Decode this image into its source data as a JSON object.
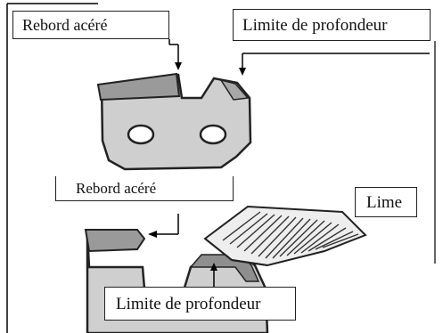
{
  "labels": {
    "top_left": "Rebord acéré",
    "top_right": "Limite de profondeur",
    "mid_left": "Rebord acéré",
    "mid_right": "Lime",
    "bottom": "Limite de profondeur"
  }
}
